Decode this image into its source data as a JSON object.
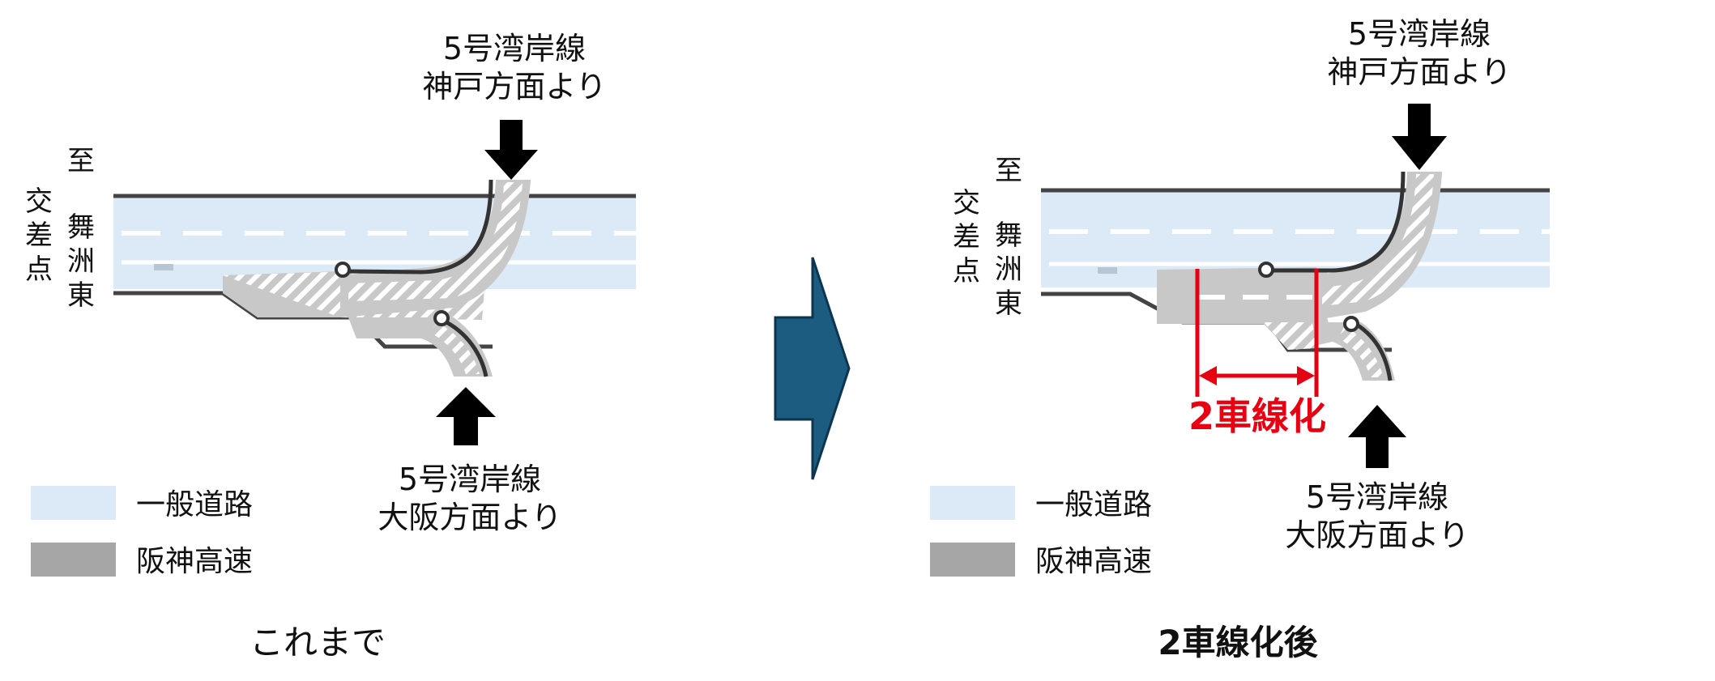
{
  "diagram": {
    "before": {
      "caption": "これまで",
      "kobe_label": [
        "5号湾岸線",
        "神戸方面より"
      ],
      "osaka_label": [
        "5号湾岸線",
        "大阪方面より"
      ],
      "side_label_left": [
        "交",
        "差",
        "点"
      ],
      "side_label_right": [
        "至",
        "舞",
        "洲",
        "東"
      ]
    },
    "after": {
      "caption": "2車線化後",
      "kobe_label": [
        "5号湾岸線",
        "神戸方面より"
      ],
      "osaka_label": [
        "5号湾岸線",
        "大阪方面より"
      ],
      "side_label_left": [
        "交",
        "差",
        "点"
      ],
      "side_label_right": [
        "至",
        "舞",
        "洲",
        "東"
      ],
      "annotation": "2車線化"
    },
    "legend": [
      {
        "label": "一般道路",
        "color": "#dce9f6"
      },
      {
        "label": "阪神高速",
        "color": "#a6a6a6"
      }
    ],
    "colors": {
      "general_road": "#dce9f6",
      "expressway": "#c8c8c8",
      "expressway_legend": "#a6a6a6",
      "arrow_transition": "#1b5c80",
      "annotation": "#e60012",
      "outline": "#333333"
    }
  }
}
